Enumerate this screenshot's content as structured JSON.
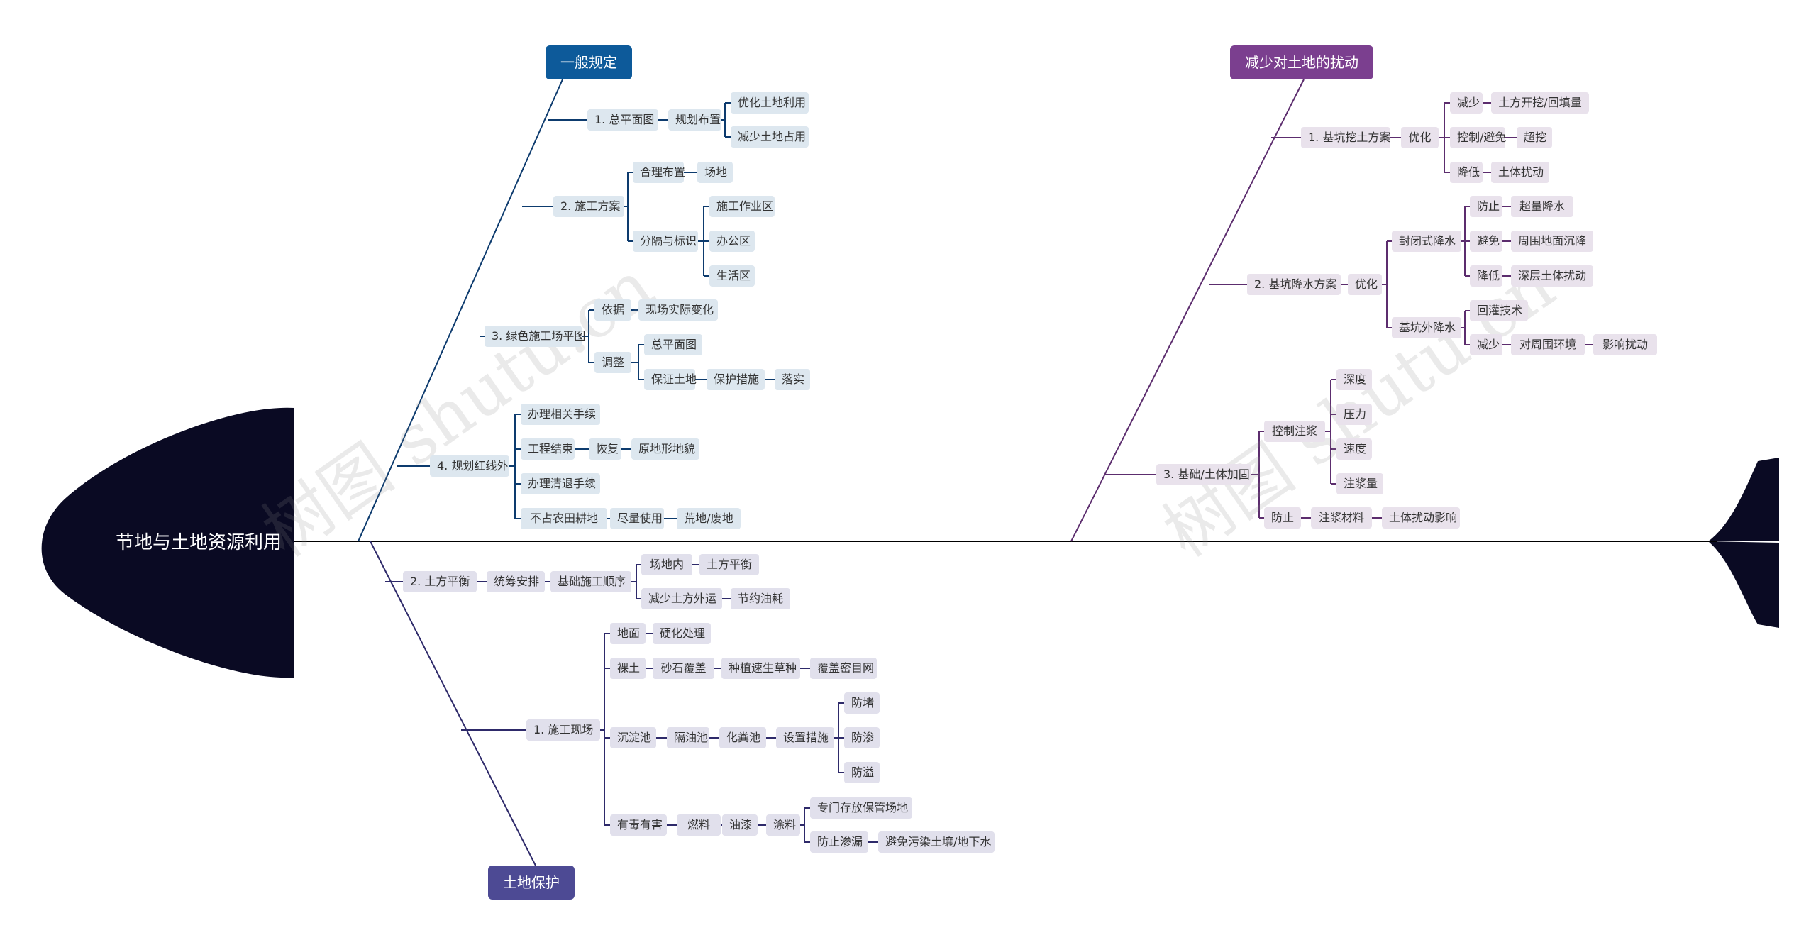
{
  "root": "节地与土地资源利用",
  "watermark": "树图 shutu.cn",
  "colors": {
    "spine": "#000000",
    "head": "#0a0a23",
    "blue_branch": "#0d3b6e",
    "blue_cat": "#0d5a9a",
    "purple_branch": "#5c2d6e",
    "purple_cat": "#7b3f8f",
    "navy_branch": "#2e2a6a",
    "navy_cat": "#4d4a94",
    "blue_node": "#dde7ef",
    "purple_node": "#e9e2ec",
    "navy_node": "#e1e0ec"
  },
  "categories": {
    "general": "一般规定",
    "reduce": "减少对土地的扰动",
    "protect": "土地保护"
  },
  "nodes": {
    "g1": "1.  总平面图",
    "g1a": "规划布置",
    "g1a1": "优化土地利用",
    "g1a2": "减少土地占用",
    "g2": "2.  施工方案",
    "g2a": "合理布置",
    "g2a1": "场地",
    "g2b": "分隔与标识",
    "g2b1": "施工作业区",
    "g2b2": "办公区",
    "g2b3": "生活区",
    "g3": "3.  绿色施工场平图",
    "g3a": "依据",
    "g3a1": "现场实际变化",
    "g3b": "调整",
    "g3b1": "总平面图",
    "g3b2": "保证土地",
    "g3b2a": "保护措施",
    "g3b2b": "落实",
    "g4": "4.  规划红线外",
    "g4a": "办理相关手续",
    "g4b": "工程结束",
    "g4b1": "恢复",
    "g4b2": "原地形地貌",
    "g4c": "办理清退手续",
    "g4d": "不占农田耕地",
    "g4d1": "尽量使用",
    "g4d2": "荒地/废地",
    "r1": "1.  基坑挖土方案",
    "r1a": "优化",
    "r1a1": "减少",
    "r1a1a": "土方开挖/回填量",
    "r1a2": "控制/避免",
    "r1a2a": "超挖",
    "r1a3": "降低",
    "r1a3a": "土体扰动",
    "r2": "2.  基坑降水方案",
    "r2a": "优化",
    "r2b": "封闭式降水",
    "r2b1": "防止",
    "r2b1a": "超量降水",
    "r2b2": "避免",
    "r2b2a": "周围地面沉降",
    "r2b3": "降低",
    "r2b3a": "深层土体扰动",
    "r2c": "基坑外降水",
    "r2c1": "回灌技术",
    "r2c2": "减少",
    "r2c2a": "对周围环境",
    "r2c2b": "影响扰动",
    "r3": "3.  基础/土体加固",
    "r3a": "控制注浆",
    "r3a1": "深度",
    "r3a2": "压力",
    "r3a3": "速度",
    "r3a4": "注浆量",
    "r3b": "防止",
    "r3b1": "注浆材料",
    "r3b2": "土体扰动影响",
    "p2": "2.  土方平衡",
    "p2a": "统筹安排",
    "p2b": "基础施工顺序",
    "p2b1": "场地内",
    "p2b1a": "土方平衡",
    "p2b2": "减少土方外运",
    "p2b2a": "节约油耗",
    "p1": "1.  施工现场",
    "p1a": "地面",
    "p1a1": "硬化处理",
    "p1b": "裸土",
    "p1b1": "砂石覆盖",
    "p1b2": "种植速生草种",
    "p1b3": "覆盖密目网",
    "p1c": "沉淀池",
    "p1c1": "隔油池",
    "p1c2": "化粪池",
    "p1c3": "设置措施",
    "p1c3a": "防堵",
    "p1c3b": "防渗",
    "p1c3c": "防溢",
    "p1d": "有毒有害",
    "p1d1": "燃料",
    "p1d2": "油漆",
    "p1d3": "涂料",
    "p1d3a": "专门存放保管场地",
    "p1d3b": "防止渗漏",
    "p1d3b1": "避免污染土壤/地下水"
  }
}
